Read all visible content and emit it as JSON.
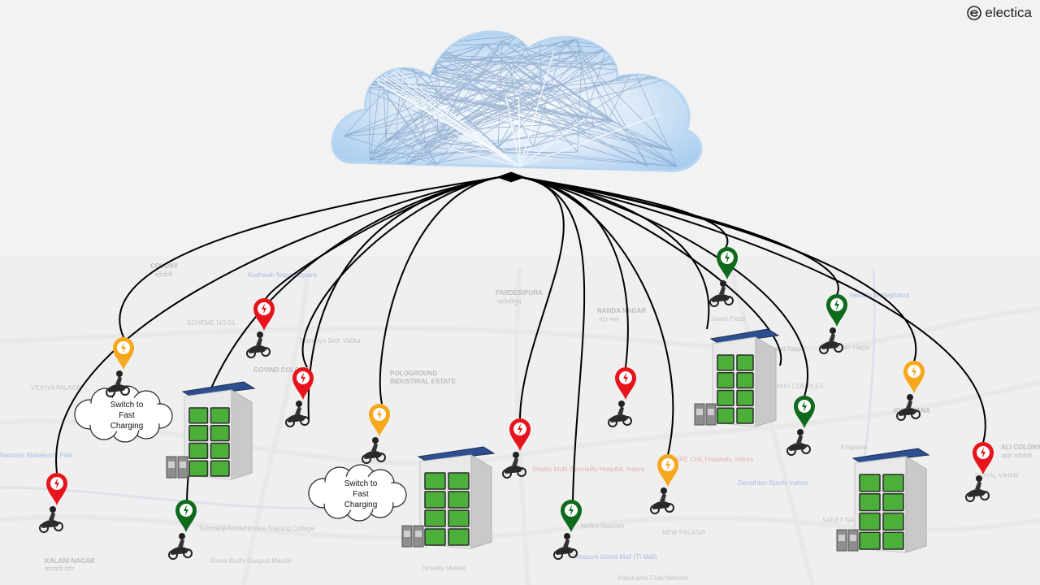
{
  "brand": {
    "name": "electica"
  },
  "bubbles": [
    {
      "lines": [
        "Switch to",
        "Fast",
        "Charging"
      ]
    },
    {
      "lines": [
        "Switch to",
        "Fast",
        "Charging"
      ]
    }
  ],
  "map_labels": [
    {
      "t": "COLONY",
      "s": ""
    },
    {
      "t": "कॉलोनी",
      "s": "light"
    },
    {
      "t": "Kushwah Nagar Square",
      "s": "blue"
    },
    {
      "t": "PARDESIPURA",
      "s": ""
    },
    {
      "t": "परदेसीपुरा",
      "s": "light"
    },
    {
      "t": "NANDA NAGAR",
      "s": ""
    },
    {
      "t": "नंदा नगर",
      "s": "light"
    },
    {
      "t": "SCHEME NO 51",
      "s": "light"
    },
    {
      "t": "Sawariya Seth Vatika",
      "s": "light"
    },
    {
      "t": "GOVIND COLONY",
      "s": ""
    },
    {
      "t": "POLOGROUND",
      "s": ""
    },
    {
      "t": "INDUSTRIAL ESTATE",
      "s": ""
    },
    {
      "t": "VIDHYA PALACE",
      "s": "light"
    },
    {
      "t": "Nandam Mahalaxmi Park",
      "s": "blue"
    },
    {
      "t": "CARE CHL Hospitals, Indore",
      "s": "red"
    },
    {
      "t": "Shalby Multi-Speciality Hospital, Indore",
      "s": "red"
    },
    {
      "t": "Decathlon Sports Indore",
      "s": "blue"
    },
    {
      "t": "Khajrana",
      "s": "light"
    },
    {
      "t": "ALI COLONY",
      "s": ""
    },
    {
      "t": "अली कॉलोनी",
      "s": "light"
    },
    {
      "t": "GOYAL VIHAR",
      "s": "light"
    },
    {
      "t": "KALANI NAGAR",
      "s": ""
    },
    {
      "t": "कालानी नगर",
      "s": "light"
    },
    {
      "t": "Sasmanji Armed Police Training College",
      "s": "light"
    },
    {
      "t": "Shree Budhi Ganpati Mandir",
      "s": "light"
    },
    {
      "t": "Novelty Market",
      "s": "light"
    },
    {
      "t": "Nehru Stadium",
      "s": "light"
    },
    {
      "t": "Treasure Island Mall (TI Mall)",
      "s": "blue"
    },
    {
      "t": "Yokohama Club Network",
      "s": "light"
    },
    {
      "t": "NEW PALASIA",
      "s": "light"
    },
    {
      "t": "SAKET NAGAR",
      "s": "light"
    },
    {
      "t": "Velocity III Meghdoot",
      "s": "blue"
    },
    {
      "t": "Jewel Plaza",
      "s": "light"
    },
    {
      "t": "Chandan Nagar",
      "s": "light"
    },
    {
      "t": "SHAHI COMPLEX",
      "s": "light"
    },
    {
      "t": "Vivekanand Nagar",
      "s": "light"
    },
    {
      "t": "KHAJRANA",
      "s": ""
    }
  ],
  "pins": [
    {
      "color": "red"
    },
    {
      "color": "orange"
    },
    {
      "color": "red"
    },
    {
      "color": "orange"
    },
    {
      "color": "red"
    },
    {
      "color": "red"
    },
    {
      "color": "green"
    },
    {
      "color": "green"
    },
    {
      "color": "green"
    },
    {
      "color": "orange"
    },
    {
      "color": "green"
    },
    {
      "color": "orange"
    },
    {
      "color": "red"
    },
    {
      "color": "red"
    },
    {
      "color": "green"
    }
  ],
  "colors": {
    "pin_red": "#e8141c",
    "pin_orange": "#f6a71b",
    "pin_green": "#0e6b1c",
    "connector": "#000000",
    "cloud_glow": "#9fc7ee",
    "station_screen": "#4caf3a"
  },
  "icons": [
    "cloud-network-icon",
    "map-pin-lightning-icon",
    "scooter-rider-icon",
    "battery-swap-station-icon",
    "electica-logo-icon"
  ]
}
